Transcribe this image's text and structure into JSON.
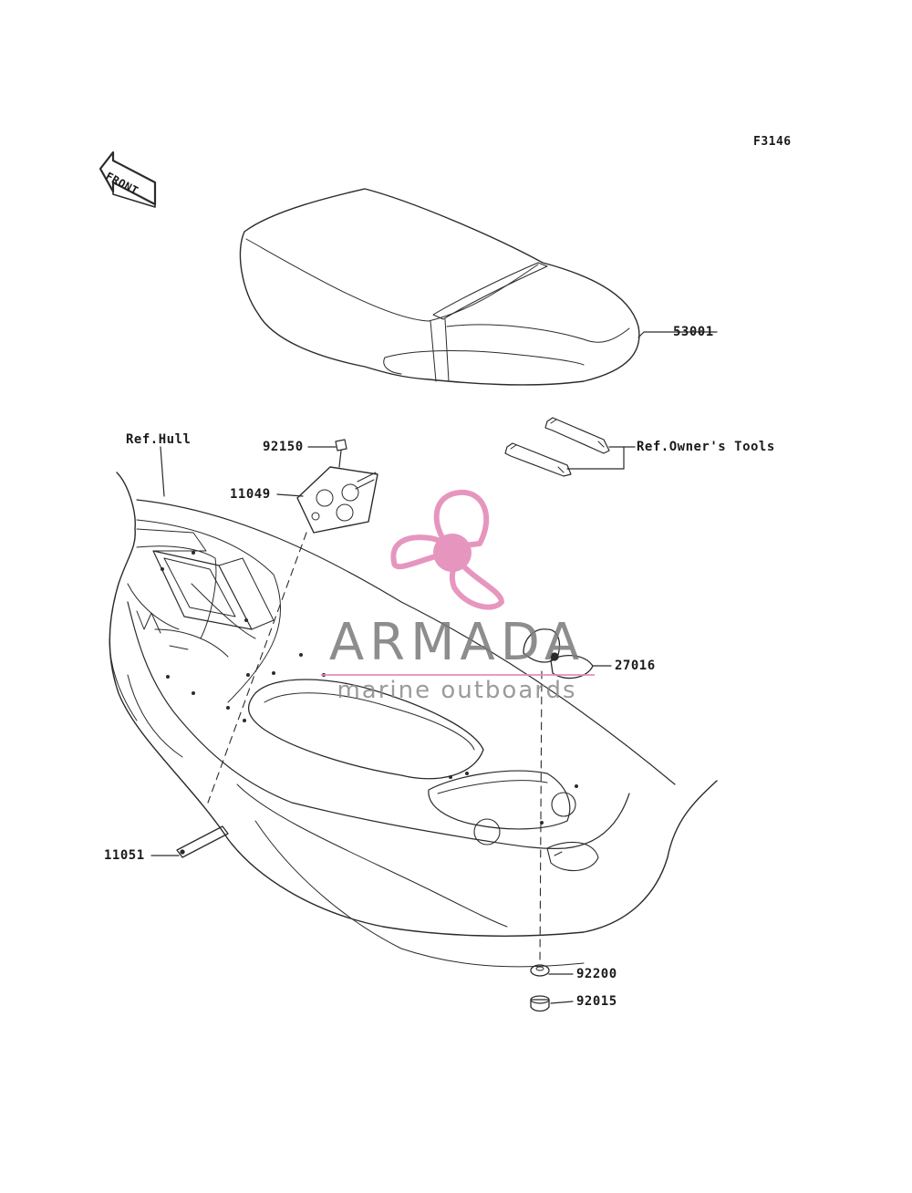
{
  "diagram": {
    "figure_code": "F3146",
    "front_marker": "FRONT",
    "labels": {
      "seat": "53001",
      "ref_hull": "Ref.Hull",
      "bolt": "92150",
      "bracket": "11049",
      "owners_tools": "Ref.Owner's Tools",
      "cap": "27016",
      "plate": "11051",
      "washer": "92200",
      "grommet": "92015"
    }
  },
  "watermark": {
    "brand": "ARMADA",
    "tagline": "marine outboards",
    "accent_color": "#e48bb8",
    "text_color": "#7a7a7a"
  }
}
